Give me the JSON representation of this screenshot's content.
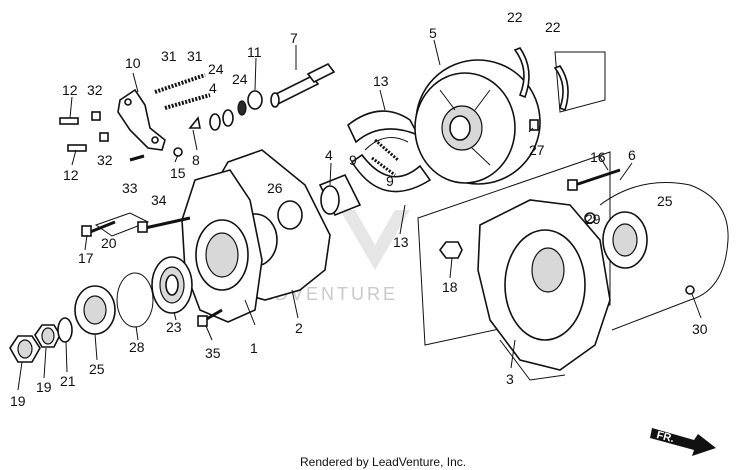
{
  "diagram": {
    "callouts": [
      "1",
      "2",
      "3",
      "4",
      "4",
      "5",
      "6",
      "7",
      "8",
      "9",
      "9",
      "10",
      "11",
      "12",
      "12",
      "13",
      "13",
      "15",
      "16",
      "17",
      "18",
      "19",
      "19",
      "20",
      "21",
      "22",
      "22",
      "23",
      "24",
      "24",
      "25",
      "25",
      "26",
      "27",
      "28",
      "29",
      "30",
      "31",
      "31",
      "32",
      "32",
      "33",
      "34",
      "35"
    ],
    "watermark": "LEADVENTURE",
    "direction_arrow": "FR.",
    "credit": "Rendered by LeadVenture, Inc."
  }
}
